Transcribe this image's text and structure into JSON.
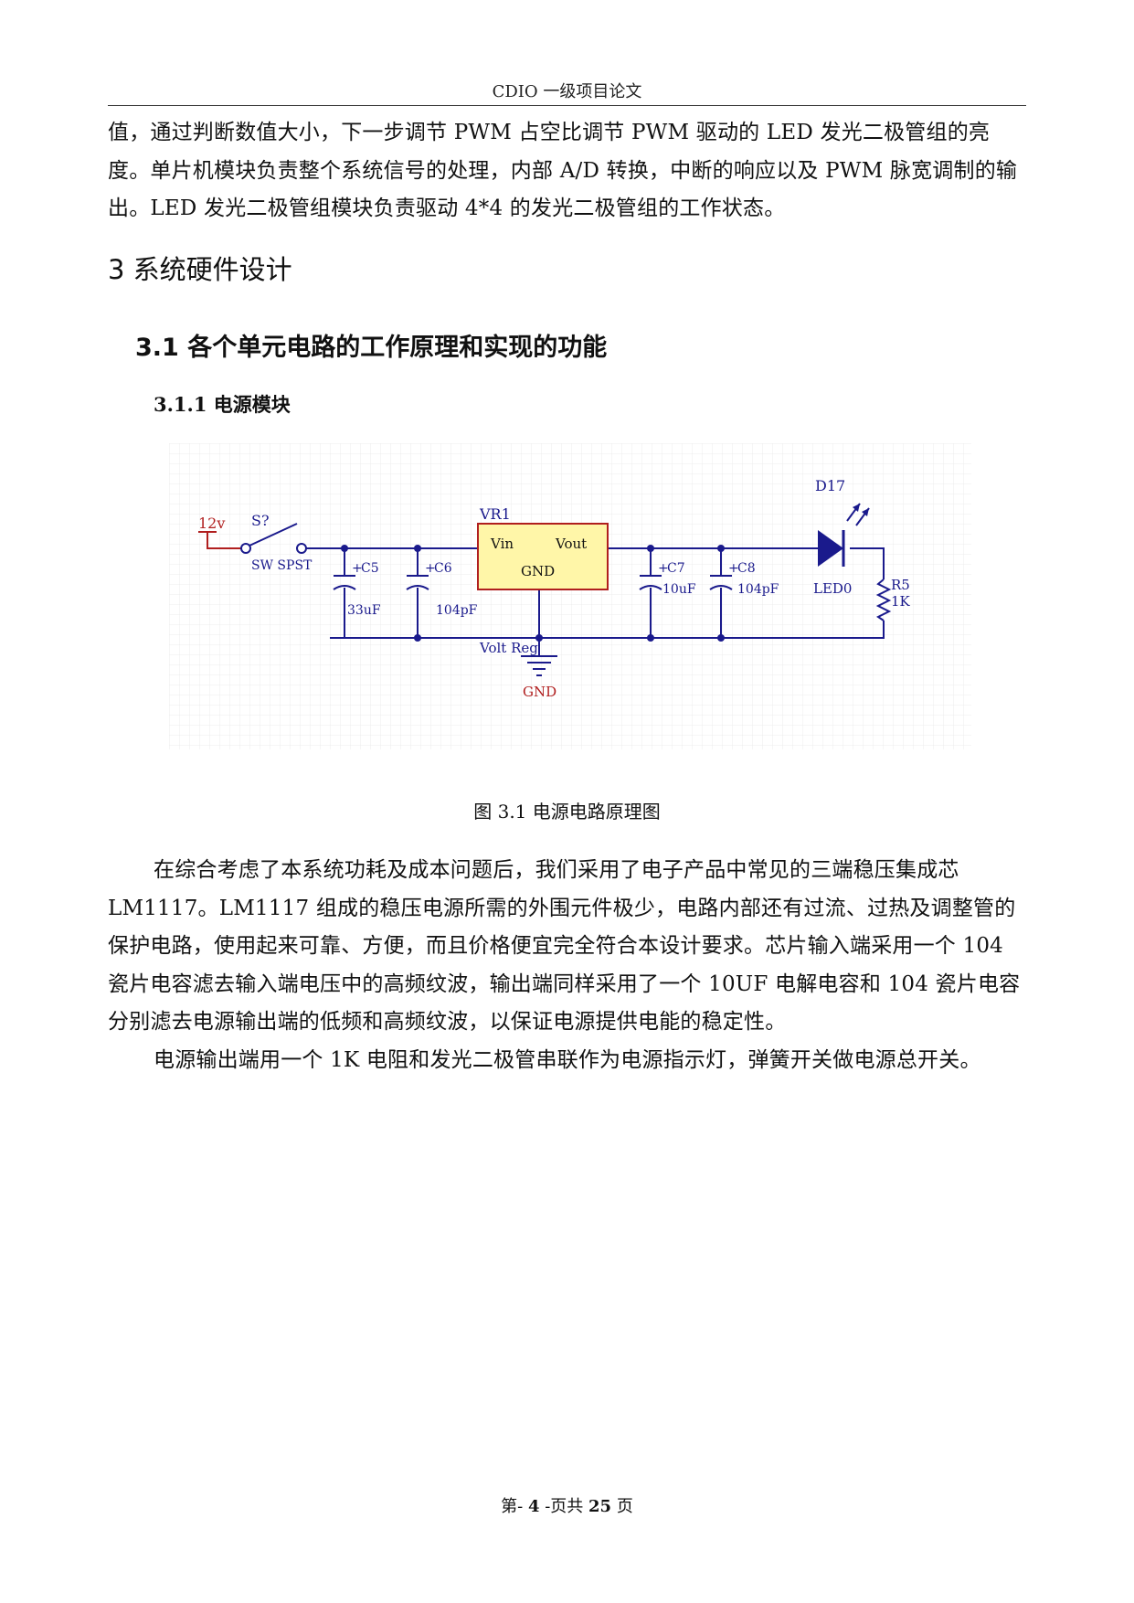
{
  "header": {
    "text": "CDIO 一级项目论文"
  },
  "paragraphs": {
    "p1": "值，通过判断数值大小，下一步调节 PWM 占空比调节 PWM 驱动的 LED 发光二极管组的亮度。单片机模块负责整个系统信号的处理，内部 A/D 转换，中断的响应以及 PWM 脉宽调制的输出。LED 发光二极管组模块负责驱动 4*4 的发光二极管组的工作状态。",
    "p2": "在综合考虑了本系统功耗及成本问题后，我们采用了电子产品中常见的三端稳压集成芯 LM1117。LM1117 组成的稳压电源所需的外围元件极少，电路内部还有过流、过热及调整管的保护电路，使用起来可靠、方便，而且价格便宜完全符合本设计要求。芯片输入端采用一个 104 瓷片电容滤去输入端电压中的高频纹波，输出端同样采用了一个 10UF 电解电容和 104 瓷片电容分别滤去电源输出端的低频和高频纹波，以保证电源提供电能的稳定性。",
    "p3": "电源输出端用一个 1K 电阻和发光二极管串联作为电源指示灯，弹簧开关做电源总开关。"
  },
  "headings": {
    "h1": "3 系统硬件设计",
    "h2": "3.1 各个单元电路的工作原理和实现的功能",
    "h3": "3.1.1 电源模块"
  },
  "figure": {
    "caption": "图 3.1  电源电路原理图",
    "labels": {
      "v12": "12v",
      "switch_ref": "S?",
      "switch_type": "SW SPST",
      "c5": "C5",
      "c5_val": "33uF",
      "c6": "C6",
      "c6_val": "104pF",
      "vr1": "VR1",
      "vin": "Vin",
      "vout": "Vout",
      "gnd_pin": "GND",
      "volt_reg": "Volt Reg",
      "gnd_sym": "GND",
      "c7": "C7",
      "c7_val": "10uF",
      "c8": "C8",
      "c8_val": "104pF",
      "d17": "D17",
      "led0": "LED0",
      "r5": "R5",
      "r5_val": "1K",
      "plus": "+"
    },
    "colors": {
      "wire": "#1a1a8c",
      "component": "#1a1a8c",
      "power": "#b01e1e",
      "chip_fill": "#fff6a8",
      "chip_border": "#b01e1e",
      "grid": "#ececec"
    }
  },
  "footer": {
    "prefix": "第- ",
    "page": "4",
    "middle": " -页共 ",
    "total": "25",
    "suffix": " 页"
  }
}
